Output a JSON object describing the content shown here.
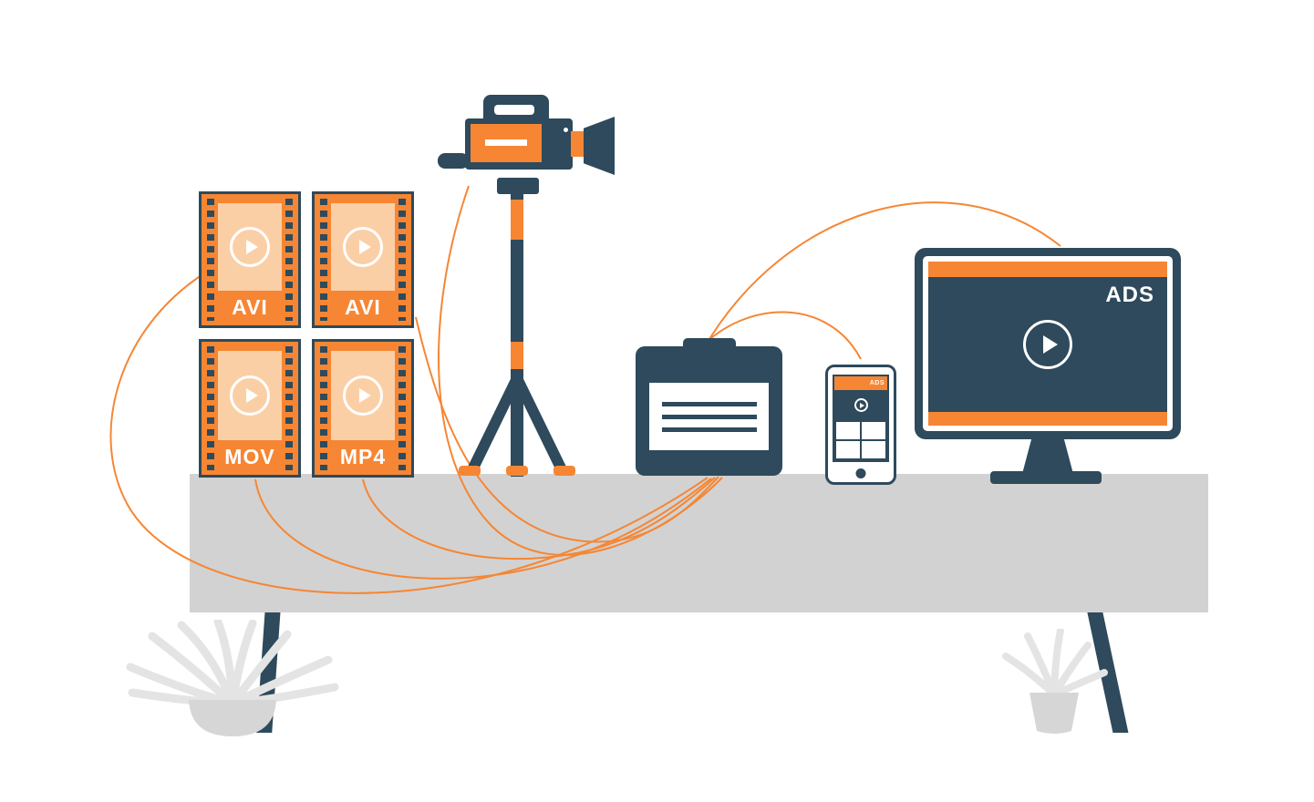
{
  "files": [
    {
      "label": "AVI"
    },
    {
      "label": "AVI"
    },
    {
      "label": "MOV"
    },
    {
      "label": "MP4"
    }
  ],
  "monitor": {
    "ads_label": "ADS"
  },
  "phone": {
    "ads_label": "ADS"
  },
  "icons": {
    "play_icon": "▶"
  },
  "colors": {
    "orange": "#F68633",
    "navy": "#2E4A5C",
    "peach": "#FBCFA6",
    "table_gray": "#D2D2D2",
    "plant_leaf": "#E4E4E4",
    "plant_pot": "#D6D6D6",
    "white": "#FFFFFF"
  }
}
